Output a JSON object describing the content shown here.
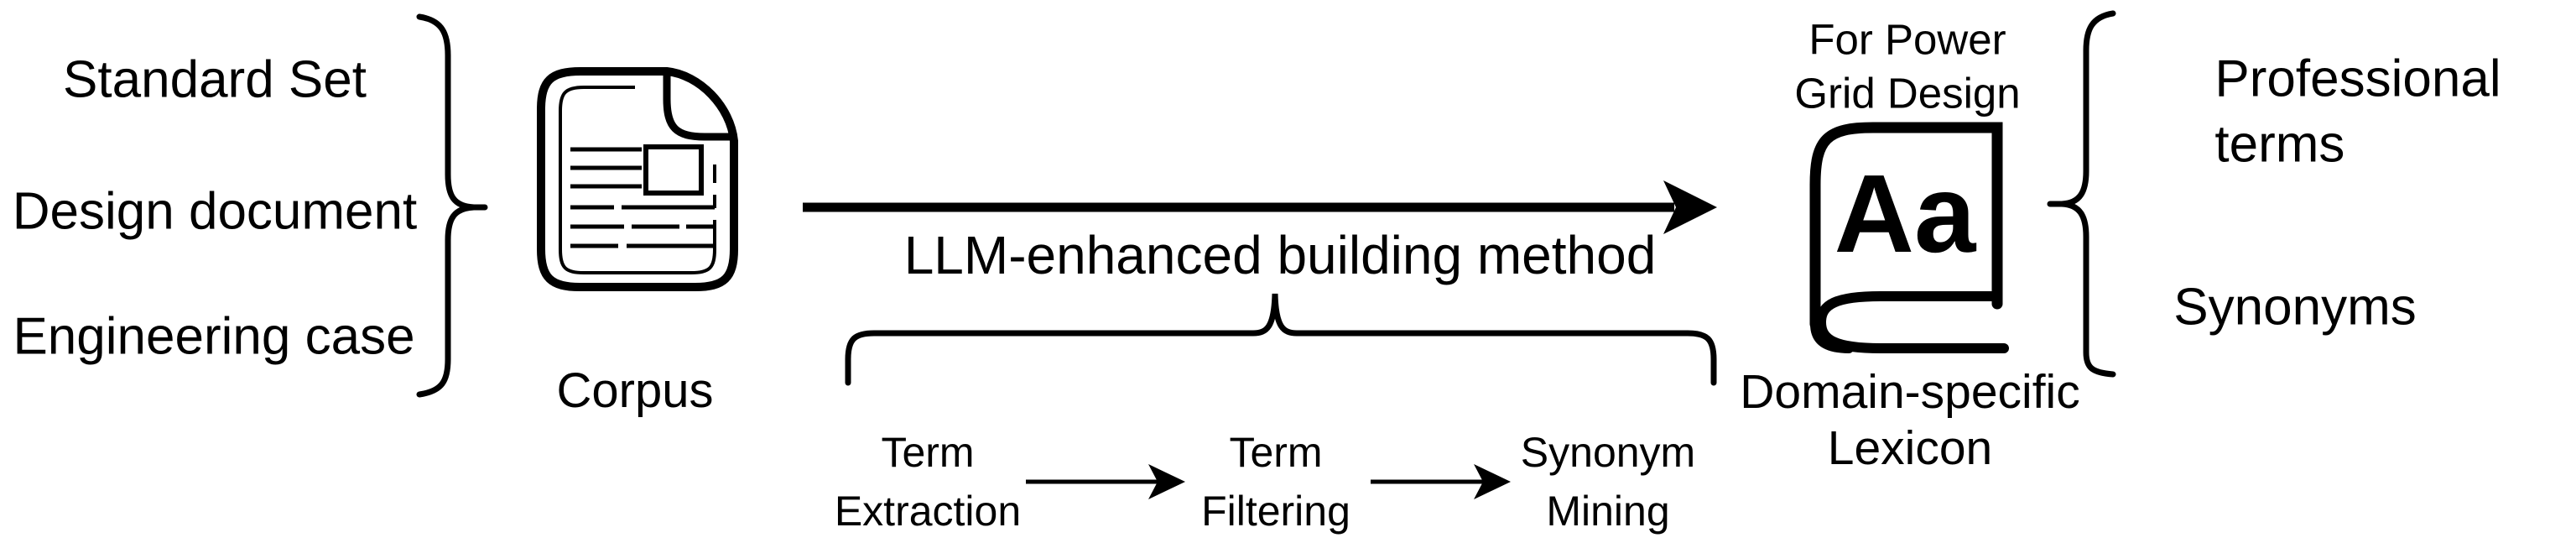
{
  "colors": {
    "background": "#ffffff",
    "ink": "#000000"
  },
  "corpus_group": {
    "sources": [
      "Standard Set",
      "Design document",
      "Engineering case"
    ],
    "icon": "document-icon",
    "corpus_label": "Corpus"
  },
  "method": {
    "arrow_label": "LLM-enhanced building method",
    "steps": [
      "Term\nExtraction",
      "Term\nFiltering",
      "Synonym\nMining"
    ]
  },
  "lexicon_group": {
    "purpose_label": "For Power\nGrid Design",
    "icon": "dictionary-book-icon",
    "book_glyph": "Aa",
    "lexicon_label": "Domain-specific\nLexicon",
    "outputs": [
      "Professional terms",
      "Synonyms"
    ]
  }
}
